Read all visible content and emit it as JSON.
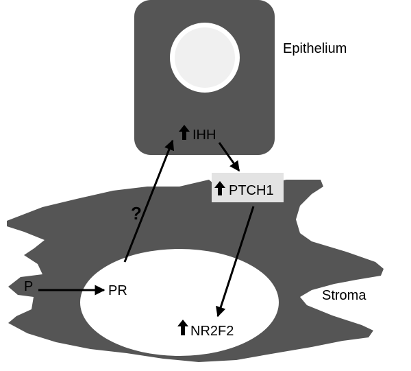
{
  "labels": {
    "epithelium": "Epithelium",
    "stroma": "Stroma",
    "ihh": "IHH",
    "ptch1": "PTCH1",
    "nr2f2": "NR2F2",
    "pr": "PR",
    "p": "P",
    "unknown": "?"
  },
  "upregulated": [
    "IHH",
    "PTCH1",
    "NR2F2"
  ],
  "colors": {
    "cell_fill": "#555555",
    "nucleus": "#ffffff",
    "ptch1_box": "#e3e3e3",
    "arrow": "#000000"
  }
}
